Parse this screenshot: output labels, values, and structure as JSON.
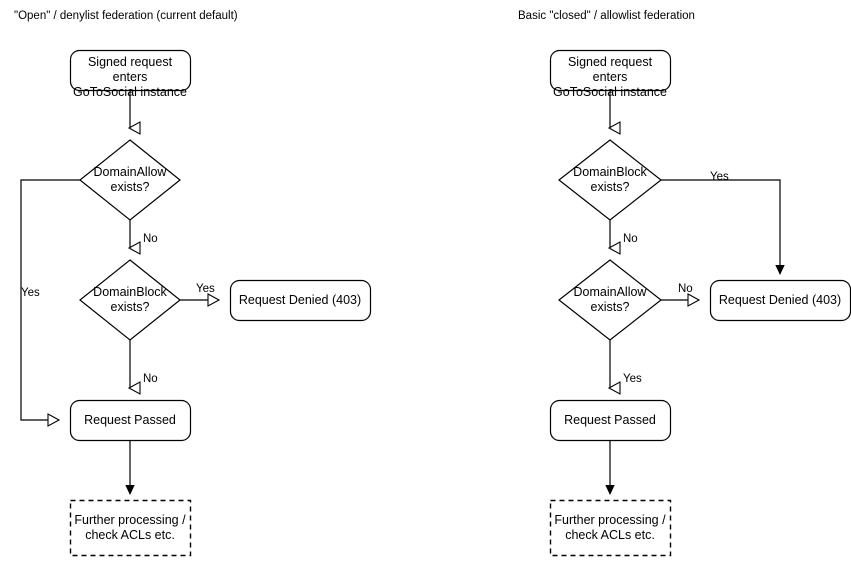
{
  "page": {
    "background": "#ffffff",
    "stroke_color": "#000000",
    "text_color": "#000000"
  },
  "diagrams": [
    {
      "id": "open-denylist",
      "title": "\"Open\" / denylist federation (current default)",
      "nodes": [
        {
          "id": "entry",
          "shape": "rounded-rect",
          "label": "Signed request enters\nGoToSocial instance"
        },
        {
          "id": "allow",
          "shape": "diamond",
          "label": "DomainAllow\nexists?"
        },
        {
          "id": "block",
          "shape": "diamond",
          "label": "DomainBlock\nexists?"
        },
        {
          "id": "denied",
          "shape": "rounded-rect",
          "label": "Request Denied (403)"
        },
        {
          "id": "passed",
          "shape": "rounded-rect",
          "label": "Request Passed"
        },
        {
          "id": "further",
          "shape": "dashed-rect",
          "label": "Further processing /\ncheck ACLs etc."
        }
      ],
      "edges": [
        {
          "from": "entry",
          "to": "allow",
          "label": ""
        },
        {
          "from": "allow",
          "to": "block",
          "label": "No"
        },
        {
          "from": "allow",
          "to": "passed",
          "label": "Yes"
        },
        {
          "from": "block",
          "to": "denied",
          "label": "Yes"
        },
        {
          "from": "block",
          "to": "passed",
          "label": "No"
        },
        {
          "from": "passed",
          "to": "further",
          "label": ""
        }
      ]
    },
    {
      "id": "closed-allowlist",
      "title": "Basic \"closed\" / allowlist federation",
      "nodes": [
        {
          "id": "entry",
          "shape": "rounded-rect",
          "label": "Signed request enters\nGoToSocial instance"
        },
        {
          "id": "block",
          "shape": "diamond",
          "label": "DomainBlock\nexists?"
        },
        {
          "id": "allow",
          "shape": "diamond",
          "label": "DomainAllow\nexists?"
        },
        {
          "id": "denied",
          "shape": "rounded-rect",
          "label": "Request Denied (403)"
        },
        {
          "id": "passed",
          "shape": "rounded-rect",
          "label": "Request Passed"
        },
        {
          "id": "further",
          "shape": "dashed-rect",
          "label": "Further processing /\ncheck ACLs etc."
        }
      ],
      "edges": [
        {
          "from": "entry",
          "to": "allow",
          "label": ""
        },
        {
          "from": "block",
          "to": "denied",
          "label": "Yes"
        },
        {
          "from": "block",
          "to": "allow",
          "label": "No"
        },
        {
          "from": "allow",
          "to": "denied",
          "label": "No"
        },
        {
          "from": "allow",
          "to": "passed",
          "label": "Yes"
        },
        {
          "from": "passed",
          "to": "further",
          "label": ""
        }
      ]
    }
  ],
  "labels": {
    "left": {
      "title": "\"Open\" / denylist federation (current default)",
      "entry": "Signed request enters\nGoToSocial instance",
      "allow": "DomainAllow\nexists?",
      "block": "DomainBlock\nexists?",
      "denied": "Request Denied (403)",
      "passed": "Request Passed",
      "further": "Further processing /\ncheck ACLs etc.",
      "edge_allow_no": "No",
      "edge_allow_yes": "Yes",
      "edge_block_yes": "Yes",
      "edge_block_no": "No"
    },
    "right": {
      "title": "Basic \"closed\" / allowlist federation",
      "entry": "Signed request enters\nGoToSocial instance",
      "block": "DomainBlock\nexists?",
      "allow": "DomainAllow\nexists?",
      "denied": "Request Denied (403)",
      "passed": "Request Passed",
      "further": "Further processing /\ncheck ACLs etc.",
      "edge_block_yes": "Yes",
      "edge_block_no": "No",
      "edge_allow_no": "No",
      "edge_allow_yes": "Yes"
    }
  }
}
